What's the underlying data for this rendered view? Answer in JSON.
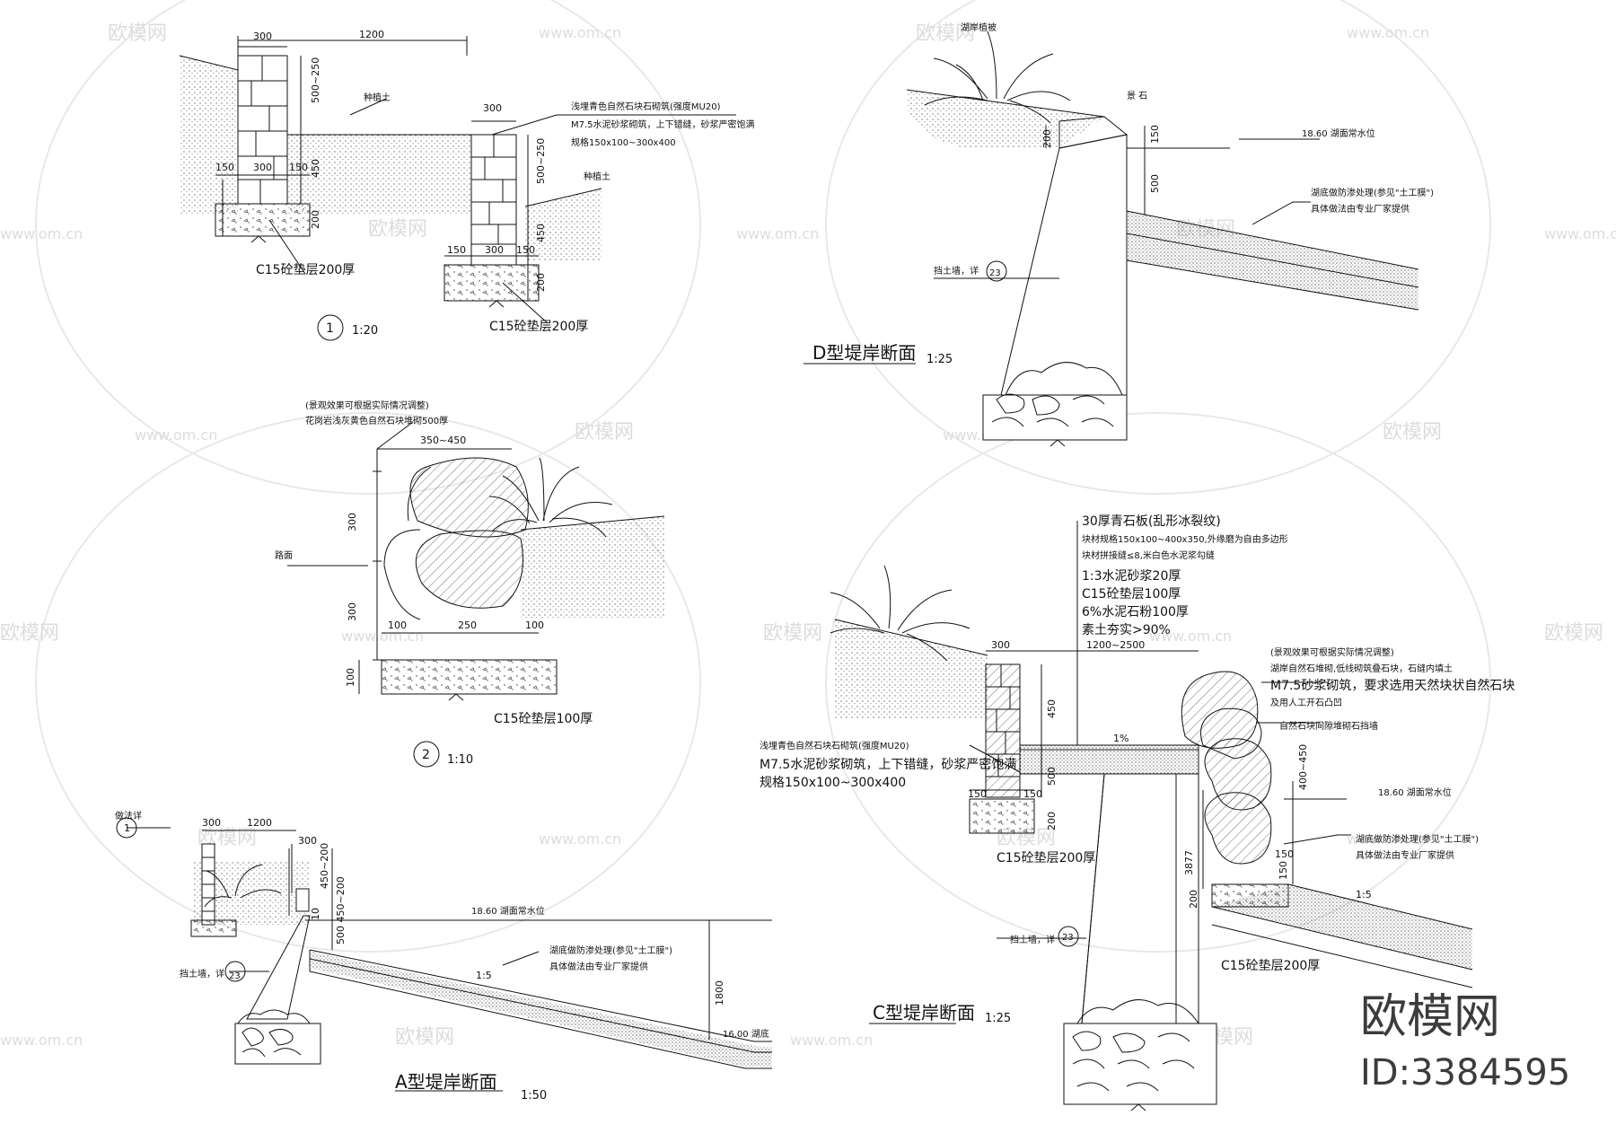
{
  "watermark": {
    "brand": "欧模网",
    "url": "www.om.cn",
    "id_label": "ID:3384595"
  },
  "detail1": {
    "dims": {
      "w1200": "1200",
      "w300a": "300",
      "h500_250a": "500~250",
      "h450a": "450",
      "w150a": "150",
      "w300b": "300",
      "w150b": "150",
      "h200a": "200",
      "w300c": "300",
      "h500_250b": "500~250",
      "h450b": "450",
      "w150c": "150",
      "w300d": "300",
      "w150d": "150",
      "h200b": "200"
    },
    "note_line1": "浅埋青色自然石块石砌筑(强度MU20)",
    "note_line2": "M7.5水泥砂浆砌筑，上下错缝，砂浆严密饱满",
    "note_line3": "规格150x100~300x400",
    "soil_a": "种植土",
    "soil_b": "种植土",
    "concrete_a": "C15砼垫层200厚",
    "concrete_b": "C15砼垫层200厚",
    "num": "1",
    "scale": "1:20"
  },
  "detail2": {
    "note_line1": "(景观效果可根据实际情况调整)",
    "note_line2": "花岗岩浅灰黄色自然石块堆砌500厚",
    "dims": {
      "w350_450": "350~450",
      "h300a": "300",
      "h300b": "300",
      "w100a": "100",
      "w250": "250",
      "w100b": "100",
      "h100": "100"
    },
    "side_label": "路面",
    "concrete": "C15砼垫层100厚",
    "num": "2",
    "scale": "1:10"
  },
  "typeA": {
    "title": "A型堤岸断面",
    "scale": "1:50",
    "water_level": "18.60 湖面常水位",
    "bottom_level": "16.00 湖底",
    "slope": "1:5",
    "note_line1": "湖底做防渗处理(参见\"土工膜\")",
    "note_line2": "具体做法由专业厂家提供",
    "backfill": "挡土墙，详",
    "ref_num": "23",
    "ref_top": "1",
    "ref_top_label": "做法详",
    "dims": {
      "w300": "300",
      "w1200": "1200",
      "h300": "300",
      "h450_200": "450~200",
      "h500_450": "500 450~200",
      "h10": "10",
      "h1800": "1800"
    }
  },
  "typeD": {
    "title": "D型堤岸断面",
    "scale": "1:25",
    "plant_label": "湖岸植被",
    "stone_label": "景 石",
    "water_level": "18.60 湖面常水位",
    "note_line1": "湖底做防渗处理(参见\"土工膜\")",
    "note_line2": "具体做法由专业厂家提供",
    "backfill": "挡土墙，详",
    "ref_num": "23",
    "dims": {
      "h200": "200",
      "h150": "150",
      "h500": "500"
    }
  },
  "typeC": {
    "title": "C型堤岸断面",
    "scale": "1:25",
    "layers": [
      "30厚青石板(乱形冰裂纹)",
      "块材规格150x100~400x350,外缘磨为自由多边形",
      "块材拼接缝≤8,米白色水泥浆勾缝",
      "1:3水泥砂浆20厚",
      "C15砼垫层100厚",
      "6%水泥石粉100厚",
      "素土夯实>90%"
    ],
    "stone_note1": "(景观效果可根据实际情况调整)",
    "stone_note2": "湖岸自然石堆砌,低线砌筑叠石块，石缝内填土",
    "stone_note3": "M7.5砂浆砌筑，要求选用天然块状自然石块",
    "stone_note4": "及用人工开石凸凹",
    "wall_note": "自然石块间隙堆砌石挡墙",
    "water_level": "18.60 湖面常水位",
    "note_line1": "湖底做防渗处理(参见\"土工膜\")",
    "note_line2": "具体做法由专业厂家提供",
    "left_note1": "浅埋青色自然石块石砌筑(强度MU20)",
    "left_note2": "M7.5水泥砂浆砌筑，上下错缝，砂浆严密饱满",
    "left_note3": "规格150x100~300x400",
    "slope": "1:5",
    "slope2": "1%",
    "backfill": "挡土墙，详",
    "ref_num": "23",
    "concrete_a": "C15砼垫层200厚",
    "concrete_b": "C15砼垫层200厚",
    "dims": {
      "w300": "300",
      "w1200_2500": "1200~2500",
      "h450": "450",
      "h500": "500",
      "w150a": "150",
      "w150b": "150",
      "h200a": "200",
      "h400_450": "400~450",
      "h3877": "3877",
      "h150a": "150",
      "h150b": "150",
      "h200b": "200"
    }
  }
}
